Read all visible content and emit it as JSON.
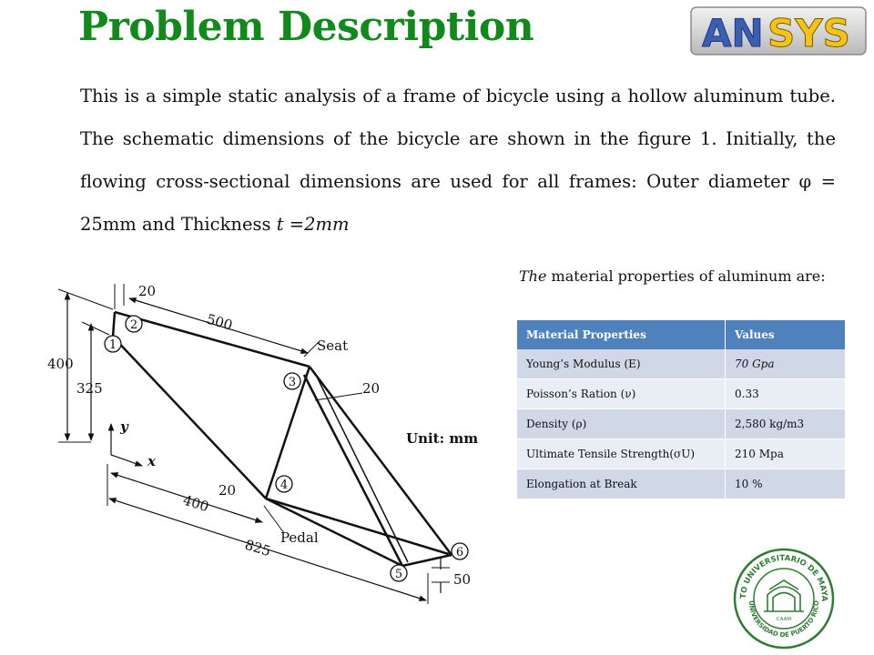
{
  "slide": {
    "title": "Problem Description",
    "logo_text": {
      "part1": "AN",
      "part2": "SYS"
    },
    "paragraph": {
      "text_1": "This is a simple static analysis of a frame of bicycle using a hollow aluminum tube.  The schematic dimensions of the bicycle are shown in the figure 1. Initially, the flowing cross-sectional dimensions are used for all frames: Outer diameter φ = 25mm  and Thickness ",
      "text_t": "t =2mm"
    },
    "caption": {
      "italic": "The",
      "rest": " material properties of aluminum are:"
    }
  },
  "table": {
    "headers": [
      "Material Properties",
      "Values"
    ],
    "rows": [
      {
        "property": "Young’s Modulus (E)",
        "value": "70 Gpa",
        "italic": true
      },
      {
        "property": "Poisson’s Ration (ν)",
        "value": "0.33",
        "italic": false
      },
      {
        "property": "Density (ρ)",
        "value": "2,580 kg/m3",
        "italic": false
      },
      {
        "property": "Ultimate Tensile Strength(σU)",
        "value": " 210 Mpa",
        "italic": false
      },
      {
        "property": "Elongation at Break",
        "value": "10 %",
        "italic": false
      }
    ]
  },
  "figure": {
    "nodes": [
      "1",
      "2",
      "3",
      "4",
      "5",
      "6"
    ],
    "dims": {
      "d20_top": "20",
      "d500": "500",
      "d400": "400",
      "d325": "325",
      "d20_mid": "20",
      "d20_left": "20",
      "d400_bot": "400",
      "d825": "825",
      "d50": "50"
    },
    "labels": {
      "seat": "Seat",
      "pedal": "Pedal",
      "unit": "Unit: mm",
      "x": "x",
      "y": "y"
    }
  },
  "seal": {
    "top_text": "RECINTO UNIVERSITARIO DE MAYAGÜEZ",
    "bottom_text": "UNIVERSIDAD DE PUERTO RICO",
    "center_text": "CAAM"
  },
  "colors": {
    "title": "#118a1b",
    "table_header": "#4f81bd",
    "row_odd": "#d0d8e8",
    "row_even": "#e9edf4",
    "seal_green": "#2e7d32"
  }
}
